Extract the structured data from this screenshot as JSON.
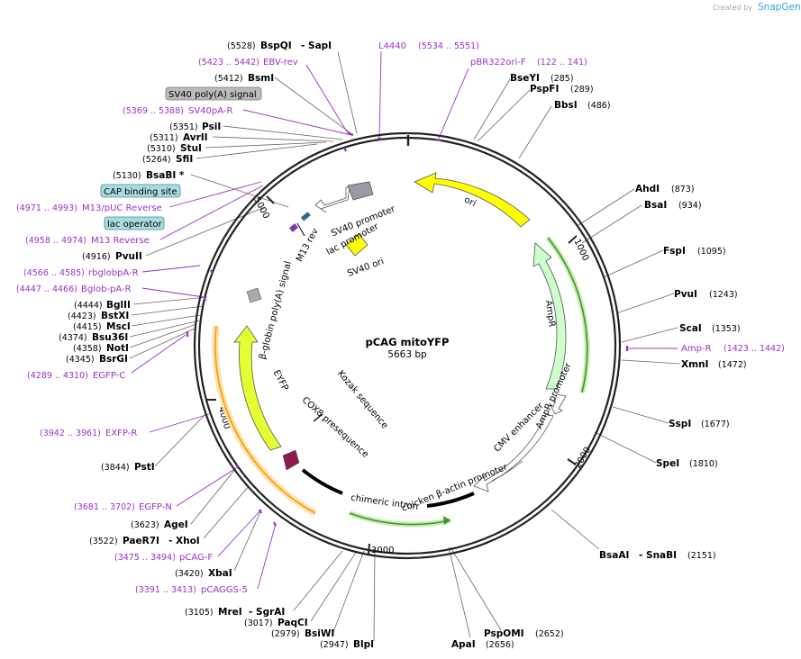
{
  "credit": {
    "prefix": "Created by",
    "brand": "SnapGene"
  },
  "plasmid": {
    "name": "pCAG mitoYFP",
    "length": "5663 bp"
  },
  "ticks": [
    "1000",
    "2000",
    "3000",
    "4000",
    "5000"
  ],
  "features": {
    "ori": "ori",
    "sv40_ori": "SV40 ori",
    "sv40_promoter": "SV40 promoter",
    "lac_promoter": "lac promoter",
    "m13_rev": "M13 rev",
    "bglobin": "β-globin poly(A) signal",
    "eyfp": "EYFP",
    "cox8": "COX8 presequence",
    "kozak": "Kozak sequence",
    "chimeric_intron": "chimeric intron",
    "chicken_actin": "chicken β-actin promoter",
    "cmv_enhancer": "CMV enhancer",
    "ampr_promoter": "AmpR promoter",
    "ampr": "AmpR"
  },
  "boxed_labels": {
    "sv40_polya": "SV40 poly(A) signal",
    "cap_site": "CAP binding site",
    "lac_operator": "lac operator"
  },
  "primers": {
    "l4440": {
      "name": "L4440",
      "range": "(5534 .. 5551)"
    },
    "pbr322": {
      "name": "pBR322ori-F",
      "range": "(122 .. 141)"
    },
    "ebv_rev": {
      "name": "EBV-rev",
      "range": "(5423 .. 5442)"
    },
    "sv40pa_r": {
      "name": "SV40pA-R",
      "range": "(5369 .. 5388)"
    },
    "m13puc_rev": {
      "name": "M13/pUC Reverse",
      "range": "(4971 .. 4993)"
    },
    "m13_rev": {
      "name": "M13 Reverse",
      "range": "(4958 .. 4974)"
    },
    "rbglobpa": {
      "name": "rbglobpA-R",
      "range": "(4566 .. 4585)"
    },
    "bglobpa": {
      "name": "Bglob-pA-R",
      "range": "(4447 .. 4466)"
    },
    "egfp_c": {
      "name": "EGFP-C",
      "range": "(4289 .. 4310)"
    },
    "exfp_r": {
      "name": "EXFP-R",
      "range": "(3942 .. 3961)"
    },
    "egfp_n": {
      "name": "EGFP-N",
      "range": "(3681 .. 3702)"
    },
    "pcag_f": {
      "name": "pCAG-F",
      "range": "(3475 .. 3494)"
    },
    "pcaggs5": {
      "name": "pCAGGS-5",
      "range": "(3391 .. 3413)"
    },
    "amp_r": {
      "name": "Amp-R",
      "range": "(1423 .. 1442)"
    }
  },
  "sites": {
    "bspqi": {
      "pos": "(5528)",
      "name": "BspQI",
      "extra": "- SapI"
    },
    "bsmi": {
      "pos": "(5412)",
      "name": "BsmI"
    },
    "psii": {
      "pos": "(5351)",
      "name": "PsiI"
    },
    "avrii": {
      "pos": "(5311)",
      "name": "AvrII"
    },
    "stui": {
      "pos": "(5310)",
      "name": "StuI"
    },
    "sfii": {
      "pos": "(5264)",
      "name": "SfiI"
    },
    "bsabi": {
      "pos": "(5130)",
      "name": "BsaBI *"
    },
    "pvuii": {
      "pos": "(4916)",
      "name": "PvuII"
    },
    "bglii": {
      "pos": "(4444)",
      "name": "BglII"
    },
    "bstxi": {
      "pos": "(4423)",
      "name": "BstXI"
    },
    "msci": {
      "pos": "(4415)",
      "name": "MscI"
    },
    "bsu36i": {
      "pos": "(4374)",
      "name": "Bsu36I"
    },
    "noti": {
      "pos": "(4358)",
      "name": "NotI"
    },
    "bsrgi": {
      "pos": "(4345)",
      "name": "BsrGI"
    },
    "psti": {
      "pos": "(3844)",
      "name": "PstI"
    },
    "agei": {
      "pos": "(3623)",
      "name": "AgeI"
    },
    "paer7i": {
      "pos": "(3522)",
      "name": "PaeR7I",
      "extra": "- XhoI"
    },
    "xbai": {
      "pos": "(3420)",
      "name": "XbaI"
    },
    "mrei": {
      "pos": "(3105)",
      "name": "MreI",
      "extra": "- SgrAI"
    },
    "paqci": {
      "pos": "(3017)",
      "name": "PaqCI"
    },
    "bsiwi": {
      "pos": "(2979)",
      "name": "BsiWI"
    },
    "blpi": {
      "pos": "(2947)",
      "name": "BlpI"
    },
    "apai": {
      "name": "ApaI",
      "pos": "(2656)"
    },
    "pspomi": {
      "name": "PspOMI",
      "pos": "(2652)"
    },
    "bsaai": {
      "name": "BsaAI",
      "extra": "- SnaBI",
      "pos": "(2151)"
    },
    "spei": {
      "name": "SpeI",
      "pos": "(1810)"
    },
    "sspi": {
      "name": "SspI",
      "pos": "(1677)"
    },
    "xmni": {
      "name": "XmnI",
      "pos": "(1472)"
    },
    "scai": {
      "name": "ScaI",
      "pos": "(1353)"
    },
    "pvui": {
      "name": "PvuI",
      "pos": "(1243)"
    },
    "fspi": {
      "name": "FspI",
      "pos": "(1095)"
    },
    "bsai": {
      "name": "BsaI",
      "pos": "(934)"
    },
    "ahdi": {
      "name": "AhdI",
      "pos": "(873)"
    },
    "bbsi": {
      "name": "BbsI",
      "pos": "(486)"
    },
    "pspfi": {
      "name": "PspFI",
      "pos": "(289)"
    },
    "bseyi": {
      "name": "BseYI",
      "pos": "(285)"
    }
  },
  "colors": {
    "ring": "#222222",
    "ori": "#ffff00",
    "ampr": "#ccffcc",
    "eyfp": "#e6ff33",
    "cox8": "#8b1c4a",
    "primer": "#9b30c8",
    "boxed_bg": "#a8dde0",
    "polya_bg": "#bbbbbb",
    "green_arc": "#339933",
    "orange_arc": "#ff9900"
  }
}
